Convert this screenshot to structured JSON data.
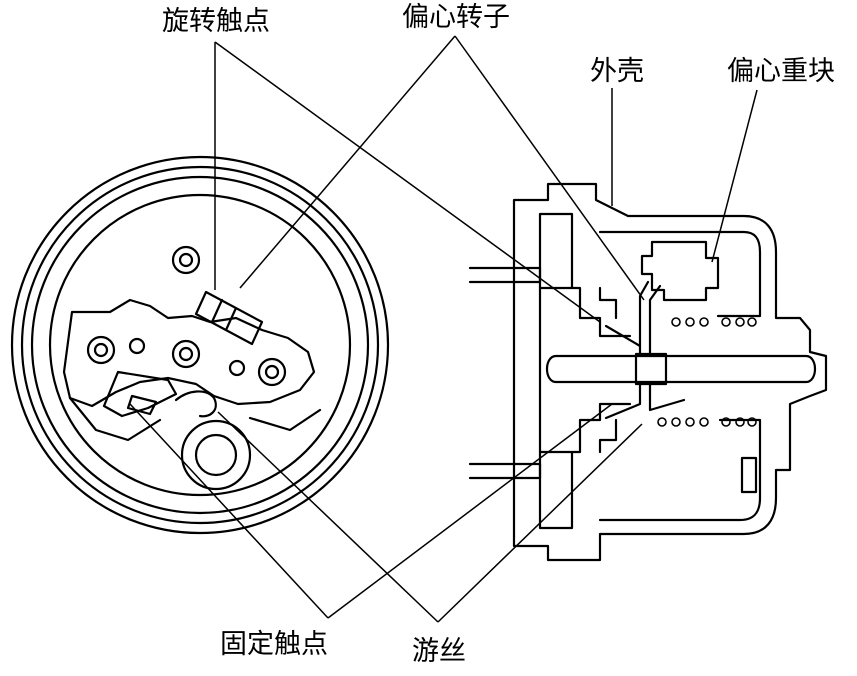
{
  "labels": {
    "rotating_contact": "旋转触点",
    "eccentric_rotor": "偏心转子",
    "housing": "外壳",
    "eccentric_weight": "偏心重块",
    "fixed_contact": "固定触点",
    "hairspring": "游丝"
  },
  "colors": {
    "ink": "#000000",
    "background": "#ffffff"
  }
}
